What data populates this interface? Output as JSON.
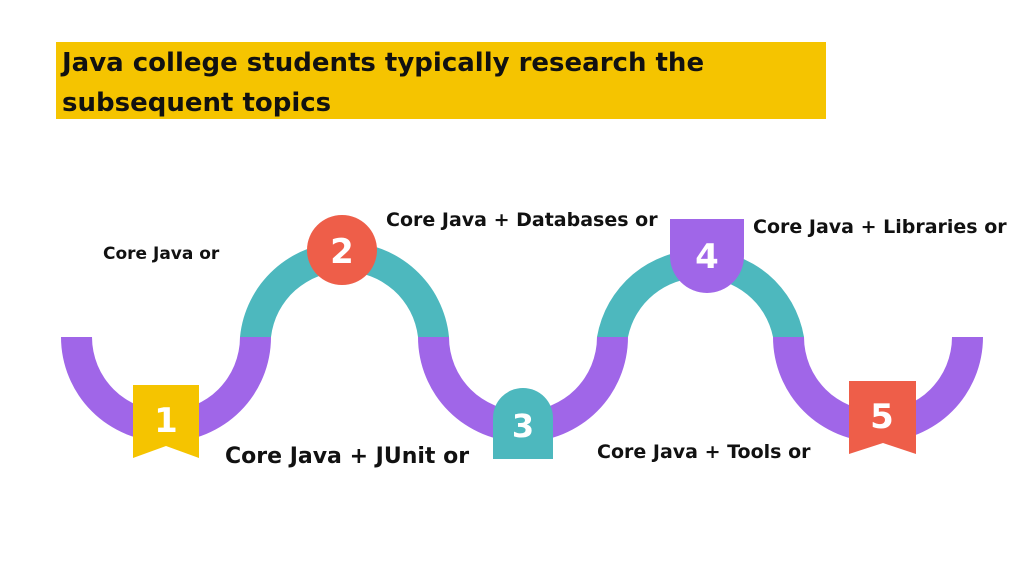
{
  "title": "Java college students typically research the subsequent topics",
  "steps": [
    {
      "number": "1",
      "label": "Core Java or",
      "color": "#f5c400"
    },
    {
      "number": "2",
      "label": "Core Java + Databases or",
      "color": "#ee5e49"
    },
    {
      "number": "3",
      "label": "Core Java + JUnit or",
      "color": "#4db8be"
    },
    {
      "number": "4",
      "label": "Core Java + Libraries or",
      "color": "#a066e8"
    },
    {
      "number": "5",
      "label": "Core Java + Tools or",
      "color": "#ee5e49"
    }
  ],
  "colors": {
    "purple": "#a066e8",
    "teal": "#4db8be",
    "yellow": "#f5c400",
    "coral": "#ee5e49"
  }
}
